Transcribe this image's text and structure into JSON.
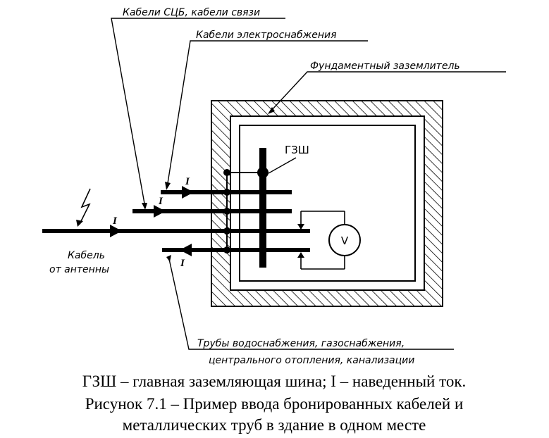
{
  "labels": {
    "scb_cables": "Кабели СЦБ, кабели связи",
    "power_cables": "Кабели электроснабжения",
    "foundation_earth": "Фундаментный заземлитель",
    "gzsh": "ГЗШ",
    "antenna_line1": "Кабель",
    "antenna_line2": "от антенны",
    "pipes_line1": "Трубы водоснабжения, газоснабжения,",
    "pipes_line2": "центрального отопления, канализации",
    "current_symbol": "I",
    "voltmeter_symbol": "V"
  },
  "caption": {
    "line1": "ГЗШ – главная заземляющая шина; I – наведенный ток.",
    "line2": "Рисунок 7.1 – Пример ввода бронированных кабелей и",
    "line3": "металлических труб в здание в одном месте"
  },
  "icons": {
    "lightning": "lightning-icon",
    "voltmeter": "voltmeter-icon"
  },
  "colors": {
    "ink": "#000000",
    "background": "#ffffff"
  }
}
